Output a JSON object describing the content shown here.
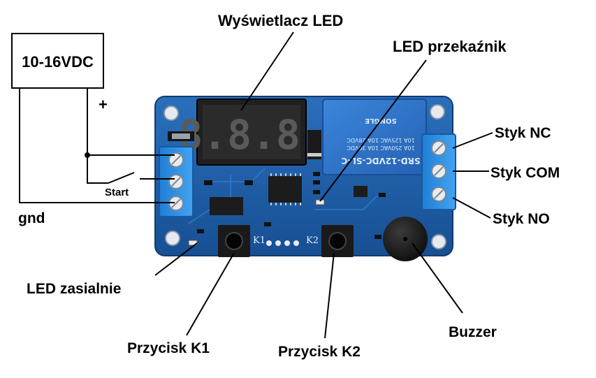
{
  "power_supply": {
    "label": "10-16VDC"
  },
  "terminals": {
    "plus": "+",
    "start": "Start",
    "gnd": "gnd"
  },
  "callouts": {
    "display": "Wyświetlacz LED",
    "relay_led": "LED przekaźnik",
    "nc": "Styk NC",
    "com": "Styk COM",
    "no": "Styk NO",
    "power_led": "LED zasialnie",
    "k1": "Przycisk K1",
    "k2": "Przycisk K2",
    "buzzer": "Buzzer"
  },
  "board": {
    "display_digits": "8.8.8.",
    "k1_silk": "K1",
    "k2_silk": "K2",
    "relay_text": [
      "SRD-12VDC-SL-C",
      "10A 250VAC 10A 30VDC",
      "10A 125VAC 10A 28VDC",
      "SONGLE"
    ]
  },
  "colors": {
    "pcb": "#1f5ea8",
    "pcb_dark": "#17487f",
    "terminal": "#2d8ee0",
    "relay": "#2f78d0",
    "line": "#000000"
  }
}
